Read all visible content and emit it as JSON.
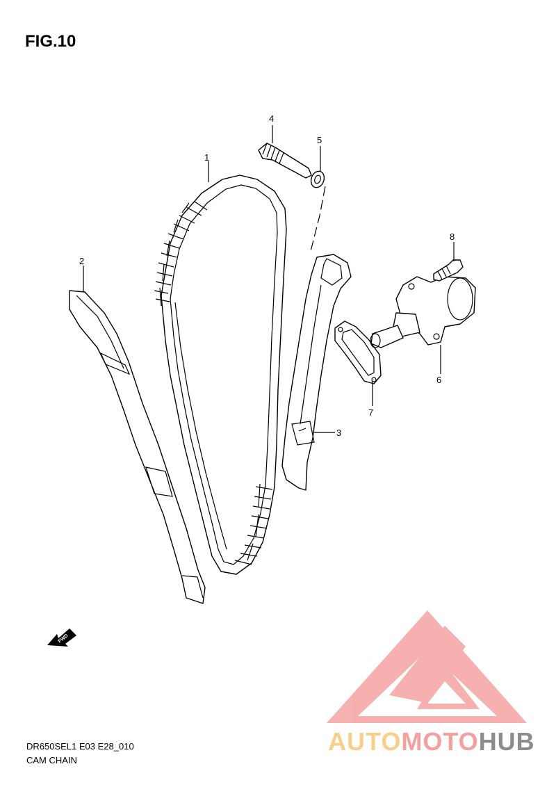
{
  "figure": {
    "title": "FIG.10"
  },
  "callouts": [
    "1",
    "2",
    "3",
    "4",
    "5",
    "6",
    "7",
    "8"
  ],
  "fwd_label": "FWD",
  "footer": {
    "code": "DR650SEL1 E03 E28_010",
    "caption": "CAM CHAIN"
  },
  "watermark": {
    "part1": "AUTO",
    "part2": "MOTO",
    "part3": "HUB",
    "colors": {
      "part1": "#f8cf8a",
      "part2": "#f5a09c",
      "part3": "#8c8c8c",
      "logo": "#f5a3a3"
    }
  }
}
